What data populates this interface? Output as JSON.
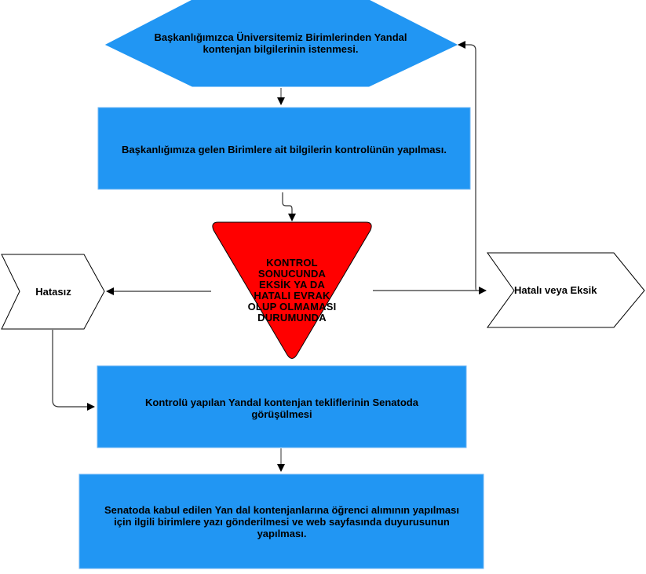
{
  "diagram": {
    "colors": {
      "process_fill": "#2196F3",
      "decision_fill": "#FF0000",
      "outcome_fill": "#FFFFFF",
      "line": "#000000"
    },
    "nodes": {
      "start": {
        "shape": "hexagon",
        "text": "Başkanlığımızca Üniversitemiz Birimlerinden Yandal kontenjan bilgilerinin istenmesi."
      },
      "control": {
        "shape": "rectangle",
        "text": "Başkanlığımıza gelen Birimlere ait bilgilerin kontrolünün yapılması."
      },
      "decision": {
        "shape": "inverted-triangle",
        "lines": [
          "KONTROL",
          "SONUCUNDA",
          "EKSİK YA DA",
          "HATALI EVRAK",
          "OLUP OLMAMASI",
          "DURUMUNDA"
        ]
      },
      "ok": {
        "shape": "chevron",
        "text": "Hatasız"
      },
      "error": {
        "shape": "chevron",
        "text": "Hatalı veya Eksik"
      },
      "senate": {
        "shape": "rectangle",
        "text": "Kontrolü yapılan Yandal kontenjan tekliflerinin Senatoda görüşülmesi"
      },
      "final": {
        "shape": "rectangle",
        "text": "Senatoda kabul edilen Yan dal kontenjanlarına öğrenci alımının yapılması için ilgili birimlere yazı gönderilmesi ve web sayfasında duyurusunun yapılması."
      }
    },
    "edges": [
      {
        "from": "start",
        "to": "control"
      },
      {
        "from": "control",
        "to": "decision"
      },
      {
        "from": "decision",
        "to": "ok"
      },
      {
        "from": "decision",
        "to": "error"
      },
      {
        "from": "error",
        "to": "start"
      },
      {
        "from": "ok",
        "to": "senate"
      },
      {
        "from": "senate",
        "to": "final"
      }
    ]
  }
}
